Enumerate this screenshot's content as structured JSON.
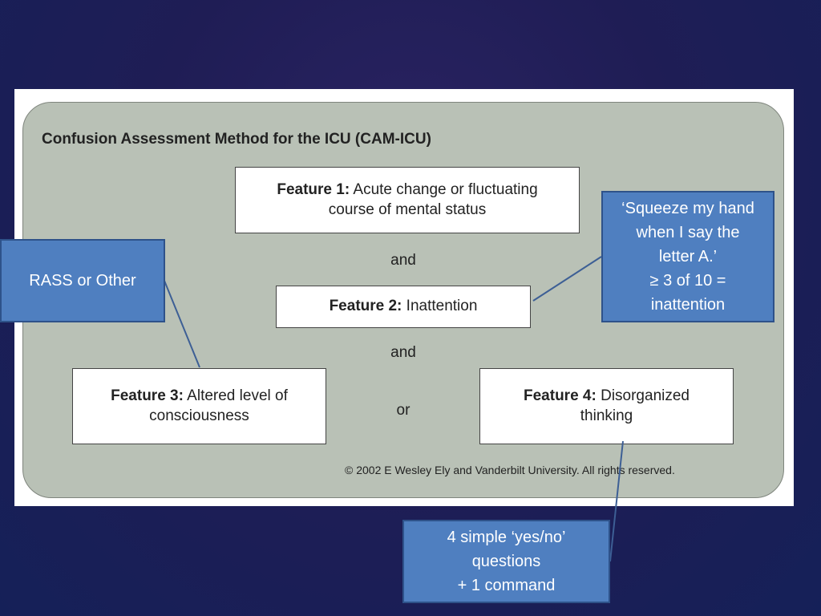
{
  "figure": {
    "title": "Confusion Assessment Method for the ICU (CAM-ICU)",
    "feature1": {
      "label": "Feature 1:",
      "text_line1": "Acute change or fluctuating",
      "text_line2": "course of mental status"
    },
    "and1": "and",
    "feature2": {
      "label": "Feature 2:",
      "text": "Inattention"
    },
    "and2": "and",
    "feature3": {
      "label": "Feature 3:",
      "text_line1": "Altered level of",
      "text_line2": "consciousness"
    },
    "or": "or",
    "feature4": {
      "label": "Feature 4:",
      "text_line1": "Disorganized",
      "text_line2": "thinking"
    },
    "copyright": "© 2002 E Wesley Ely and Vanderbilt University. All rights reserved."
  },
  "callouts": {
    "rass": "RASS or Other",
    "squeeze": [
      "‘Squeeze my hand",
      "when I say the",
      "letter A.’",
      "≥ 3 of 10 =",
      "inattention"
    ],
    "questions": [
      "4 simple ‘yes/no’",
      "questions",
      "+ 1 command"
    ]
  },
  "colors": {
    "callout_fill": "#4f7fc0",
    "panel_fill": "#b9c1b6",
    "background": "#1f1d55",
    "connector": "#3d5f95"
  }
}
